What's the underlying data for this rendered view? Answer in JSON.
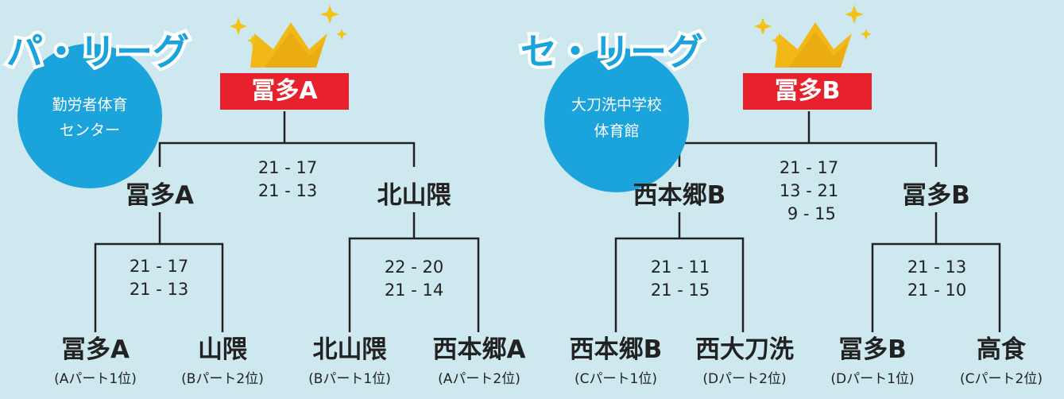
{
  "colors": {
    "background": "#cde9ef",
    "accent": "#1ba3dc",
    "champion_bg": "#e8222c",
    "crown": "#f2b818"
  },
  "pa": {
    "title": "パ・リーグ",
    "venue": [
      "勤労者体育",
      "センター"
    ],
    "champion": "冨多A",
    "final": {
      "left": "冨多A",
      "right": "北山隈",
      "score": "21 - 17\n21 - 13"
    },
    "semi_left": {
      "score": "21 - 17\n21 - 13"
    },
    "semi_right": {
      "score": "22 - 20\n21 - 14"
    },
    "teams": [
      {
        "name": "冨多A",
        "rank": "(Aパート1位)"
      },
      {
        "name": "山隈",
        "rank": "(Bパート2位)"
      },
      {
        "name": "北山隈",
        "rank": "(Bパート1位)"
      },
      {
        "name": "西本郷A",
        "rank": "(Aパート2位)"
      }
    ]
  },
  "ce": {
    "title": "セ・リーグ",
    "venue": [
      "大刀洗中学校",
      "体育館"
    ],
    "champion": "冨多B",
    "final": {
      "left": "西本郷B",
      "right": "冨多B",
      "score": "21 - 17\n13 - 21\n 9 - 15"
    },
    "semi_left": {
      "score": "21 - 11\n21 - 15"
    },
    "semi_right": {
      "score": "21 - 13\n21 - 10"
    },
    "teams": [
      {
        "name": "西本郷B",
        "rank": "(Cパート1位)"
      },
      {
        "name": "西大刀洗",
        "rank": "(Dパート2位)"
      },
      {
        "name": "冨多B",
        "rank": "(Dパート1位)"
      },
      {
        "name": "高食",
        "rank": "(Cパート2位)"
      }
    ]
  }
}
